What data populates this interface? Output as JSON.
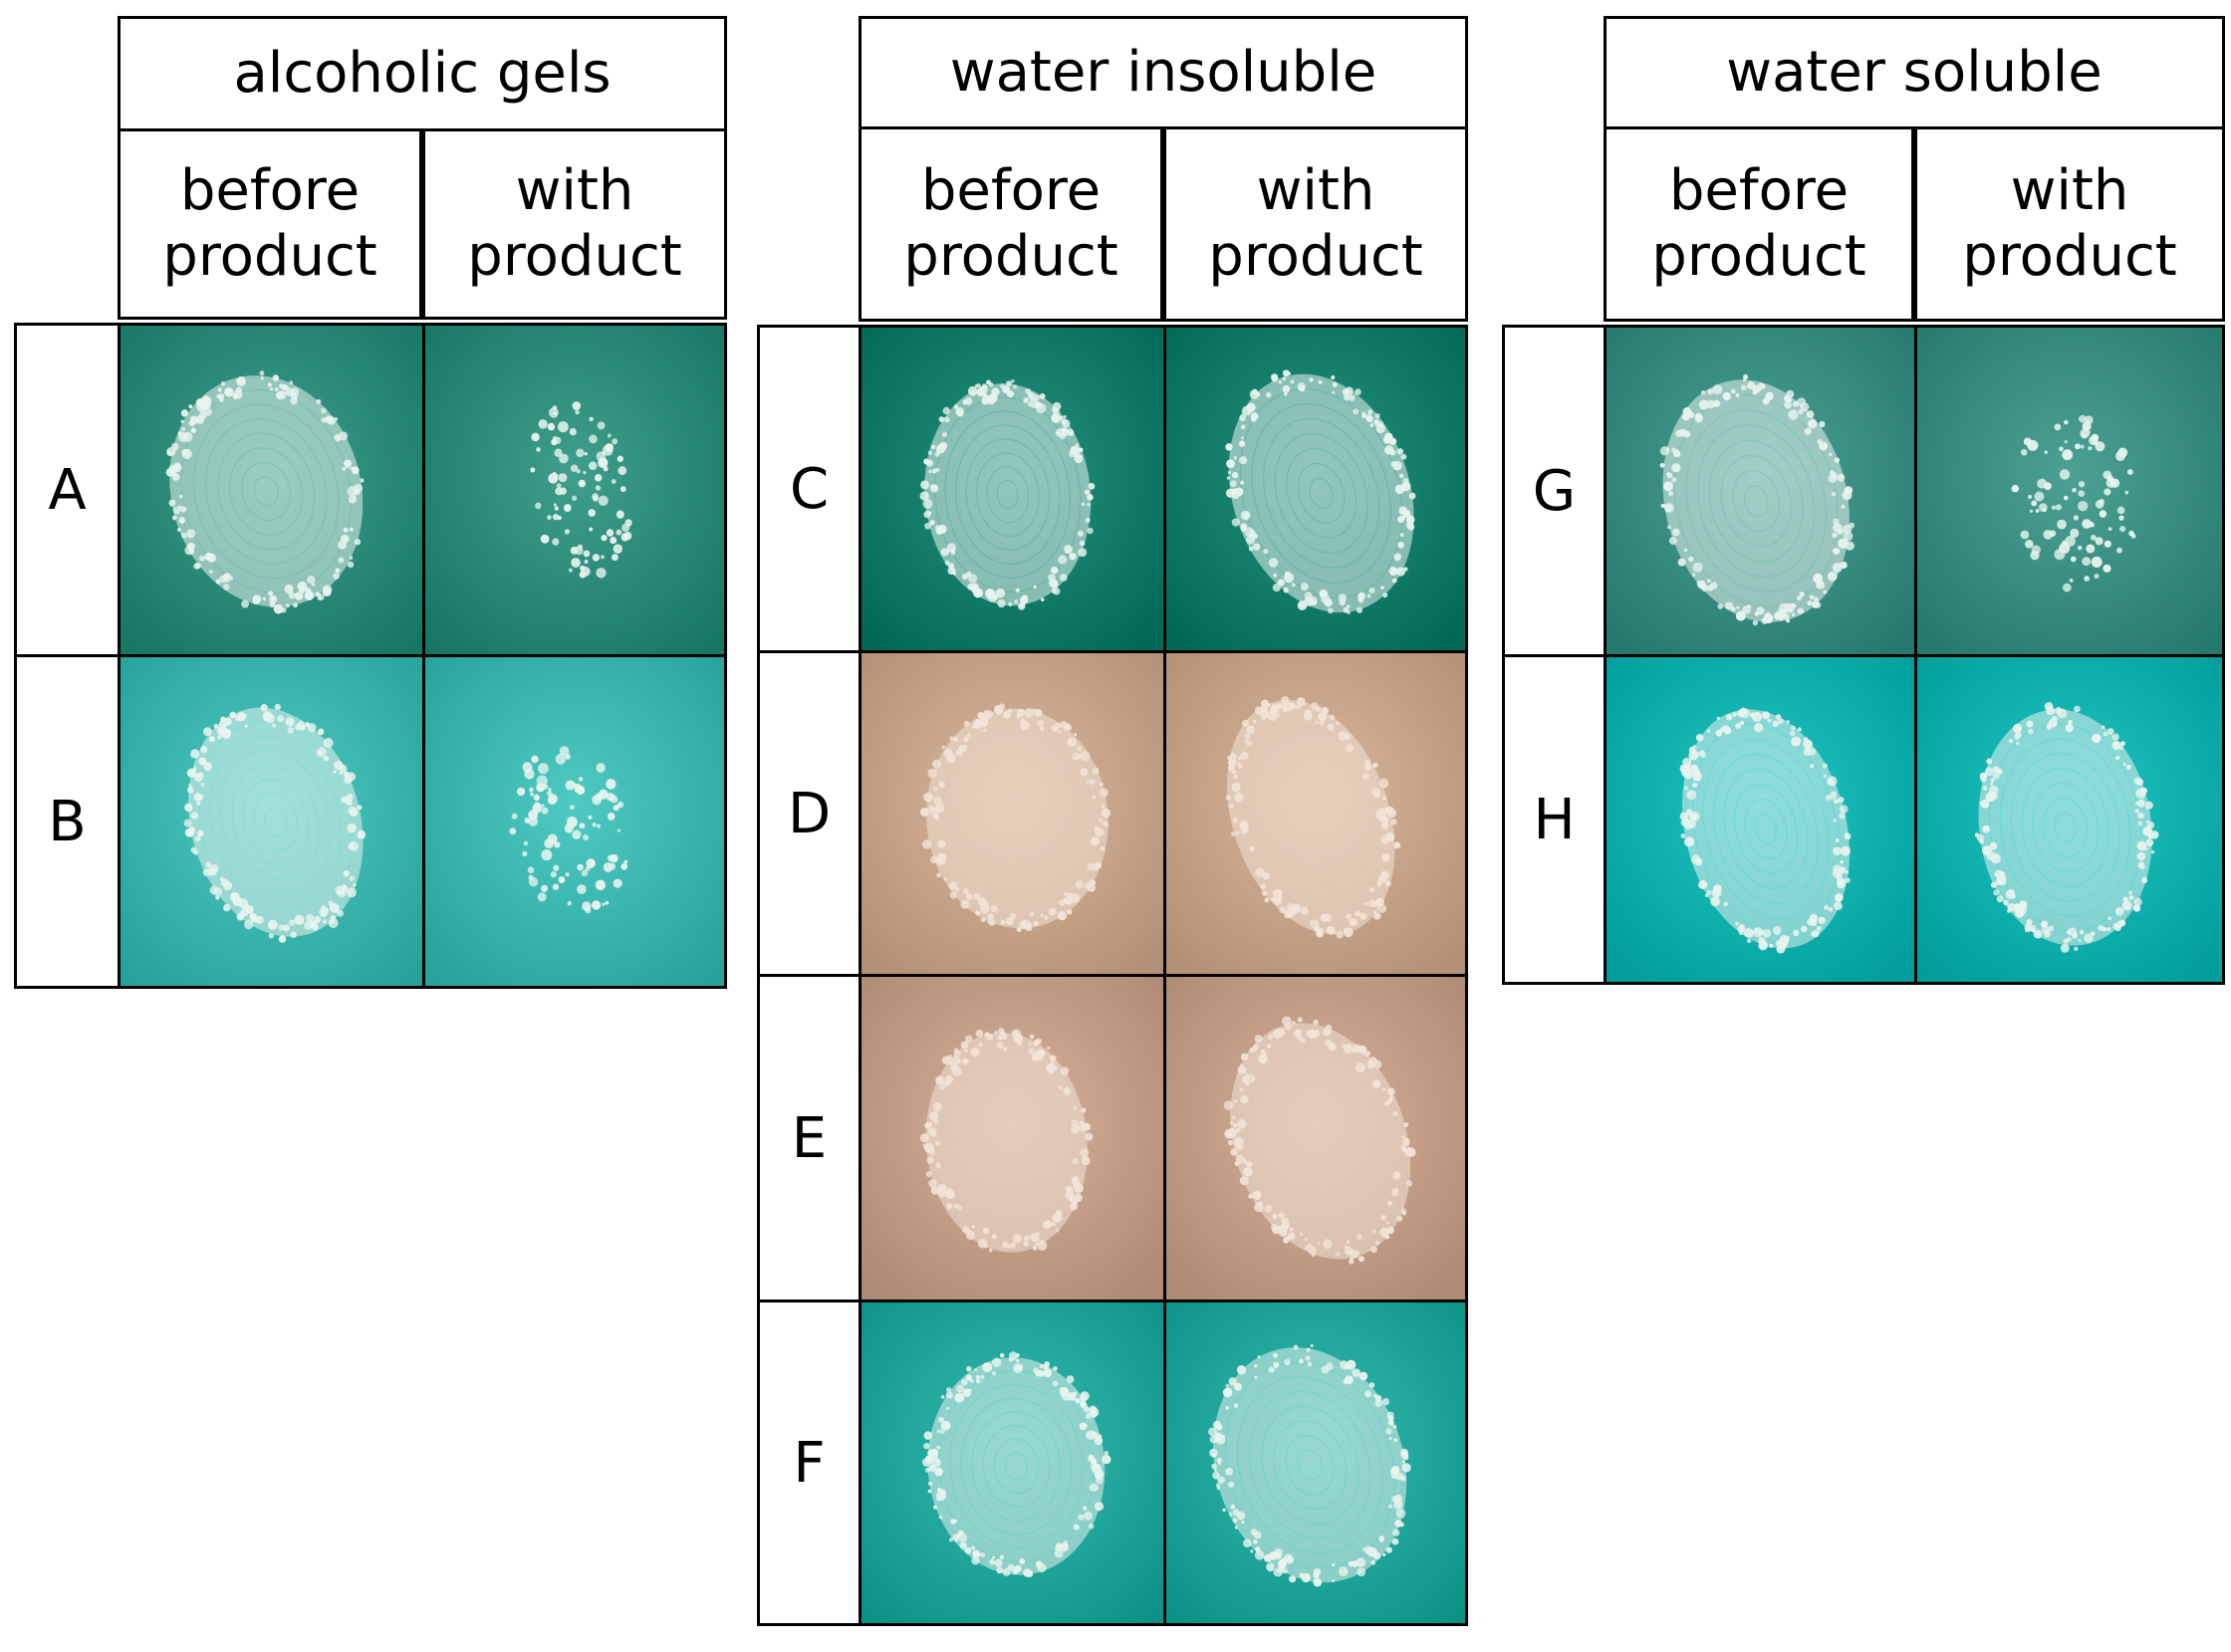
{
  "groups": [
    {
      "title": "alcoholic gels",
      "columns": [
        "before\nproduct",
        "with\nproduct"
      ],
      "rows": [
        {
          "label": "A",
          "bg": "#2d8c7a"
        },
        {
          "label": "B",
          "bg": "#3cb8b0"
        }
      ]
    },
    {
      "title": "water insoluble",
      "columns": [
        "before\nproduct",
        "with\nproduct"
      ],
      "rows": [
        {
          "label": "C",
          "bg": "#167f6c"
        },
        {
          "label": "D",
          "bg": "#c8a68c"
        },
        {
          "label": "E",
          "bg": "#c4a08a"
        },
        {
          "label": "F",
          "bg": "#22a89c"
        }
      ]
    },
    {
      "title": "water soluble",
      "columns": [
        "before\nproduct",
        "with\nproduct"
      ],
      "rows": [
        {
          "label": "G",
          "bg": "#3a8f82"
        },
        {
          "label": "H",
          "bg": "#10b3b0"
        }
      ]
    }
  ]
}
